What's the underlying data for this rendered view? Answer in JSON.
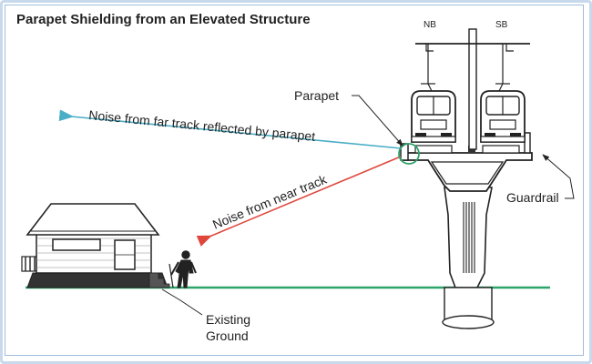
{
  "title": "Parapet Shielding from an Elevated Structure",
  "labels": {
    "nb": "NB",
    "sb": "SB",
    "parapet": "Parapet",
    "guardrail": "Guardrail",
    "far_noise": "Noise from far track reflected by parapet",
    "near_noise": "Noise from near track",
    "ground_line1": "Existing",
    "ground_line2": "Ground"
  },
  "colors": {
    "far_arrow": "#4aaec6",
    "near_arrow": "#e0473c",
    "ground": "#2ea36a",
    "circle": "#2ea36a",
    "frame": "#c9d9ec"
  }
}
